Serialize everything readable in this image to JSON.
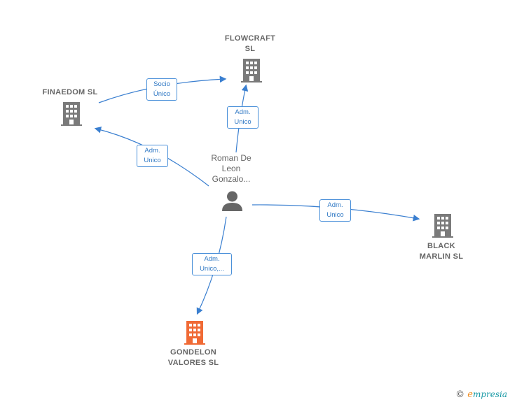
{
  "nodes": {
    "flowcraft": {
      "label": "FLOWCRAFT\nSL"
    },
    "finaedom": {
      "label": "FINAEDOM  SL"
    },
    "person": {
      "label": "Roman De\nLeon\nGonzalo..."
    },
    "black_marlin": {
      "label": "BLACK\nMARLIN  SL"
    },
    "gondelon": {
      "label": "GONDELON\nVALORES  SL"
    }
  },
  "edges": {
    "finaedom_flowcraft": "Socio\nÚnico",
    "person_flowcraft": "Adm.\nUnico",
    "person_finaedom": "Adm.\nUnico",
    "person_black_marlin": "Adm.\nUnico",
    "person_gondelon": "Adm.\nUnico,..."
  },
  "colors": {
    "edge": "#3a7fd0",
    "building": "#7a7a7a",
    "highlight": "#f06a35",
    "person": "#666666"
  },
  "icons": [
    "building-icon",
    "person-icon",
    "copyright-icon"
  ],
  "brand": {
    "symbol": "©",
    "name_e": "e",
    "name_rest": "mpresia"
  }
}
